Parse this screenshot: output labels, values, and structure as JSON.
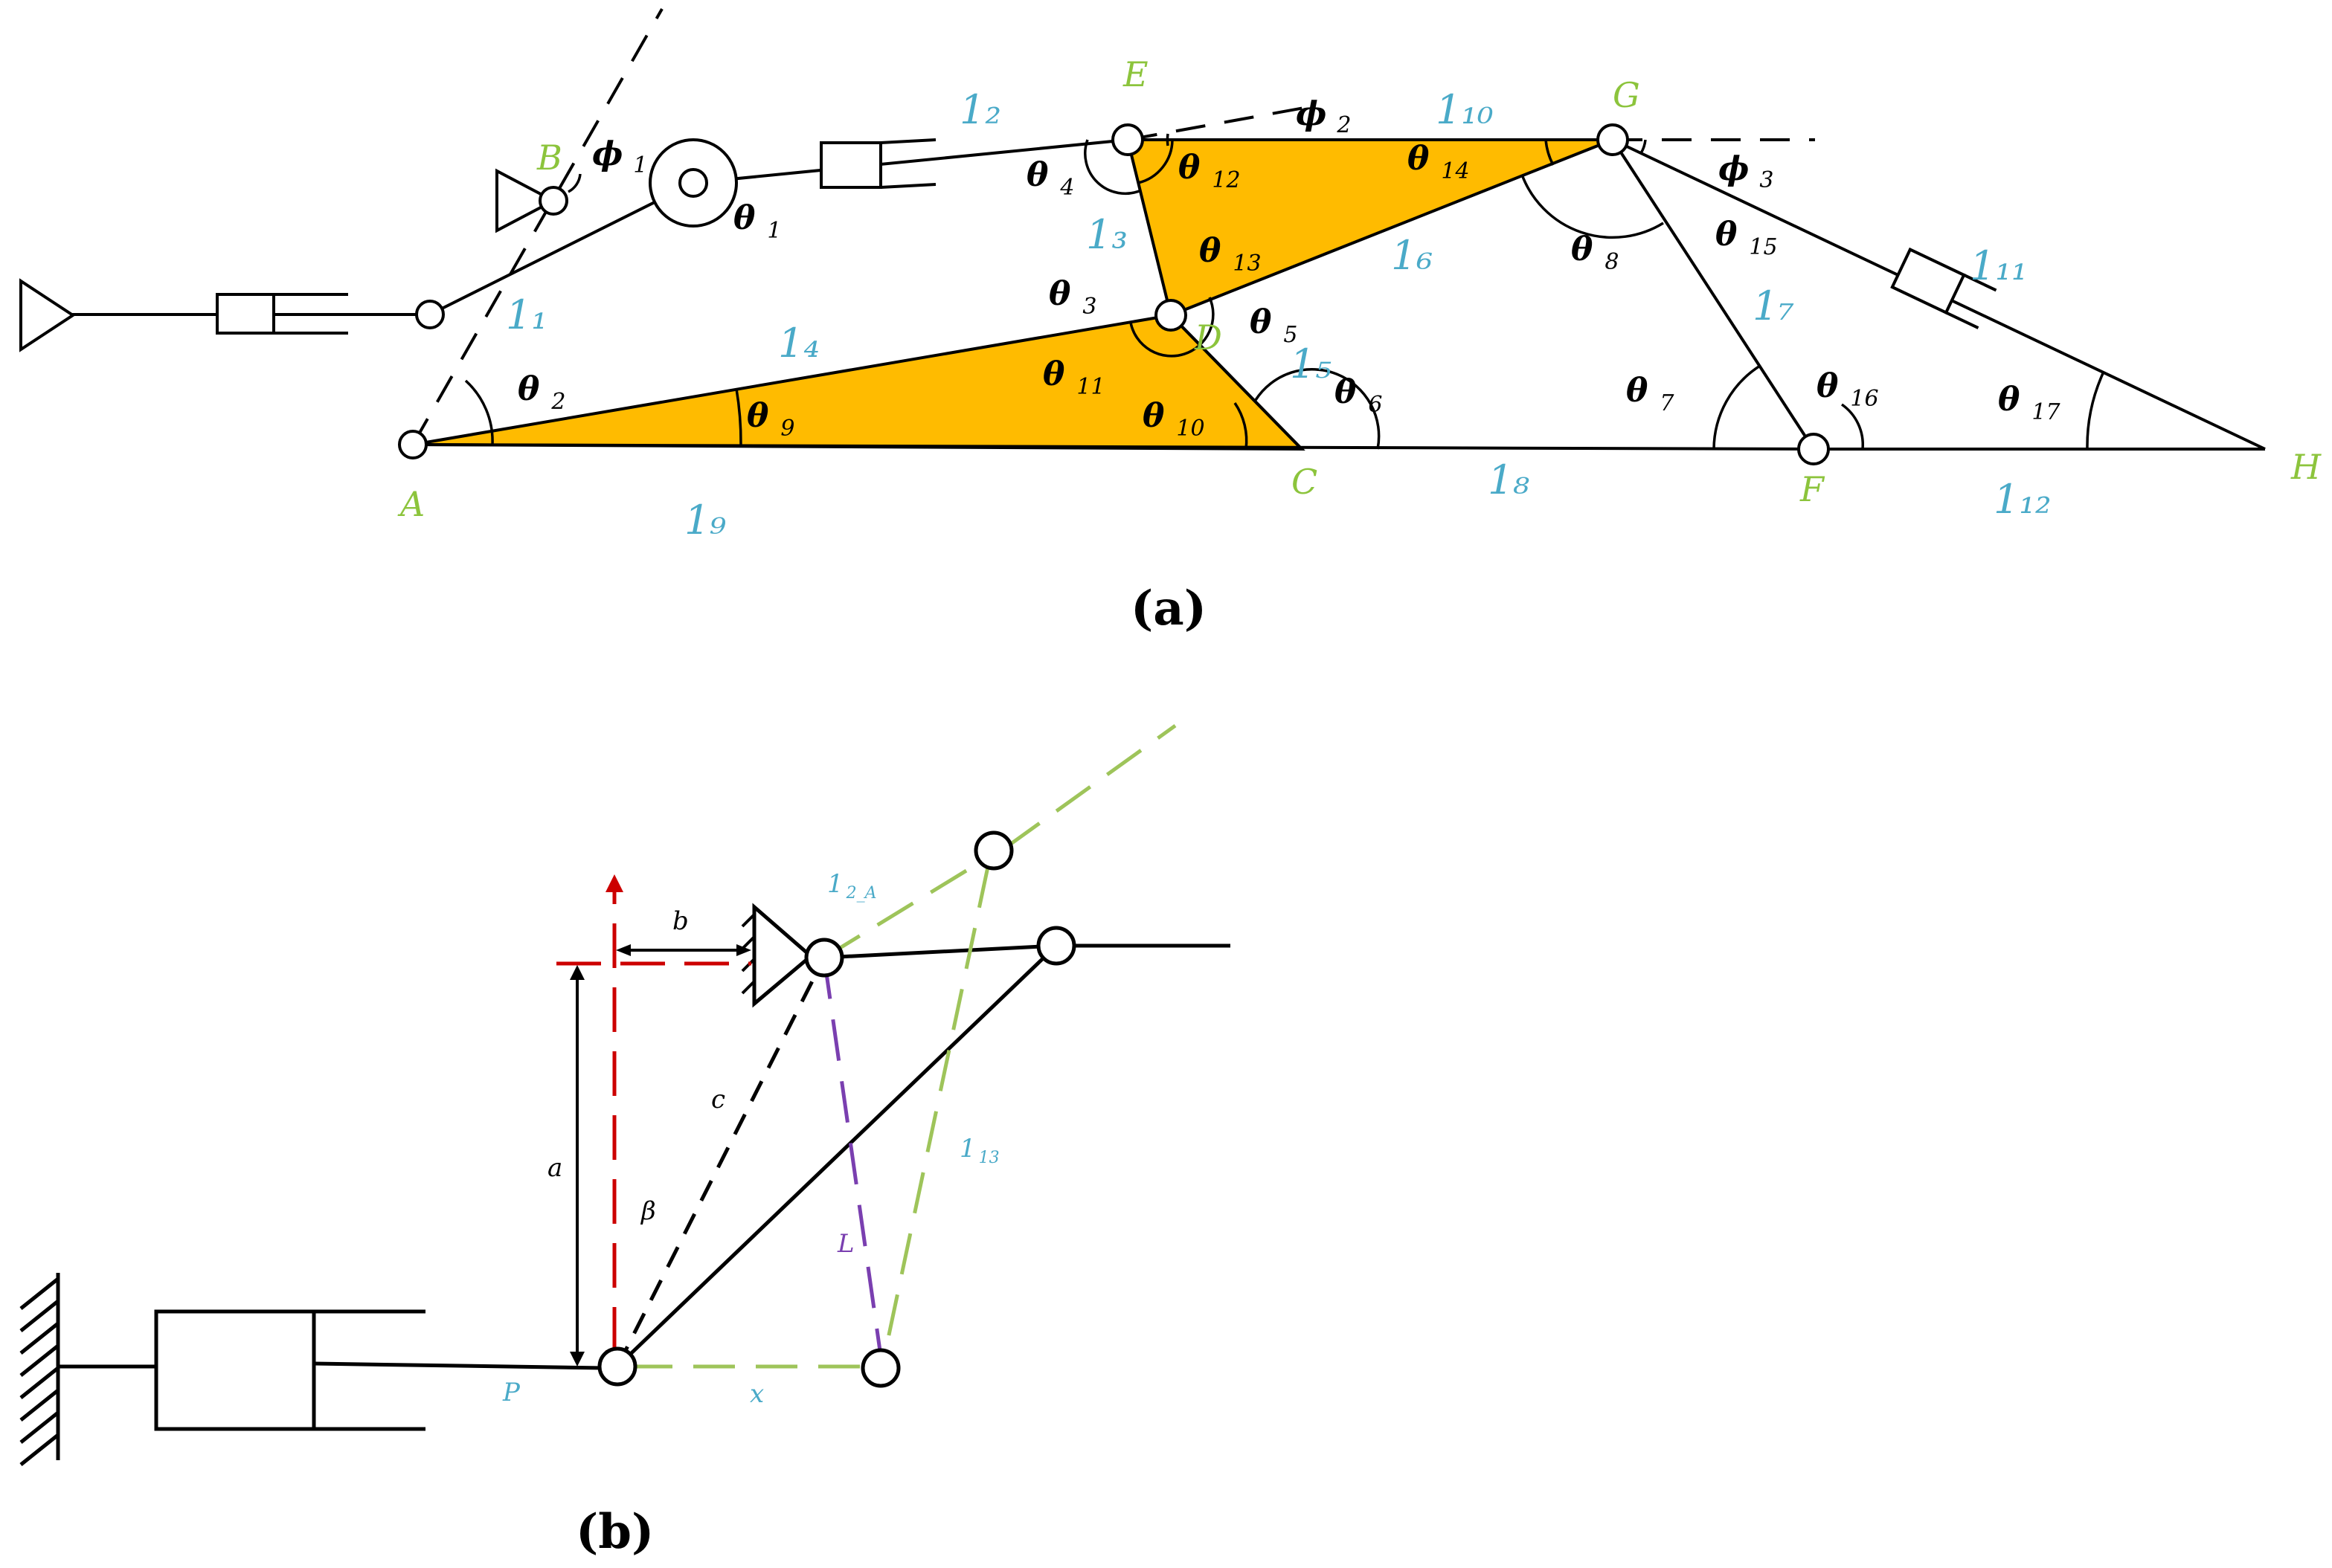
{
  "colors": {
    "link_fill": "#ffbb00",
    "point_label": "#8cc43c",
    "length_label": "#4aaac8",
    "auxiliary_red": "#cc0000",
    "auxiliary_green": "#9ec45a",
    "auxiliary_purple": "#7a3fb0"
  },
  "a": {
    "caption": "(a)",
    "points": {
      "A": "A",
      "B": "B",
      "C": "C",
      "D": "D",
      "E": "E",
      "F": "F",
      "G": "G",
      "H": "H"
    },
    "lengths": {
      "l1": "1₁",
      "l2": "1₂",
      "l3": "1₃",
      "l4": "1₄",
      "l5": "1₅",
      "l6": "1₆",
      "l7": "1₇",
      "l8": "1₈",
      "l9": "1₉",
      "l10": "1₁₀",
      "l11": "1₁₁",
      "l12": "1₁₂"
    },
    "angles": {
      "phi1": "ϕ",
      "phi1_sub": "1",
      "phi2": "ϕ",
      "phi2_sub": "2",
      "phi3": "ϕ",
      "phi3_sub": "3",
      "theta": "θ",
      "t1": "1",
      "t2": "2",
      "t3": "3",
      "t4": "4",
      "t5": "5",
      "t6": "6",
      "t7": "7",
      "t8": "8",
      "t9": "9",
      "t10": "10",
      "t11": "11",
      "t12": "12",
      "t13": "13",
      "t14": "14",
      "t15": "15",
      "t16": "16",
      "t17": "17"
    }
  },
  "b": {
    "caption": "(b)",
    "labels": {
      "a": "a",
      "b": "b",
      "c": "c",
      "beta": "β",
      "L": "L",
      "x": "x",
      "P": "P",
      "l2A": "1",
      "l2A_sub": "2_A",
      "l13": "1",
      "l13_sub": "13"
    }
  }
}
